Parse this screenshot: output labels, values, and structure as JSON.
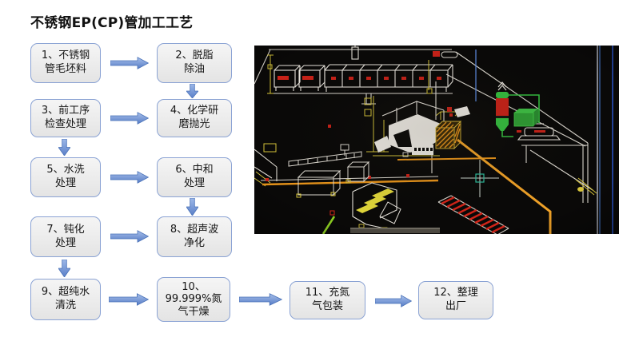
{
  "title": "不锈钢EP(CP)管加工工艺",
  "flow": {
    "boxes": [
      {
        "id": "1",
        "lines": [
          "1、不锈钢",
          "管毛坯料"
        ]
      },
      {
        "id": "2",
        "lines": [
          "2、脱脂",
          "除油"
        ]
      },
      {
        "id": "3",
        "lines": [
          "3、前工序",
          "检查处理"
        ]
      },
      {
        "id": "4",
        "lines": [
          "4、化学研",
          "磨抛光"
        ]
      },
      {
        "id": "5",
        "lines": [
          "5、水洗",
          "处理"
        ]
      },
      {
        "id": "6",
        "lines": [
          "6、中和",
          "处理"
        ]
      },
      {
        "id": "7",
        "lines": [
          "7、钝化",
          "处理"
        ]
      },
      {
        "id": "8",
        "lines": [
          "8、超声波",
          "净化"
        ]
      },
      {
        "id": "9",
        "lines": [
          "9、超纯水",
          "清洗"
        ]
      },
      {
        "id": "10",
        "lines": [
          "10、",
          "99.999%氮",
          "气干燥"
        ]
      },
      {
        "id": "11",
        "lines": [
          "11、充氮",
          "气包装"
        ]
      },
      {
        "id": "12",
        "lines": [
          "12、整理",
          "出厂"
        ]
      }
    ],
    "connections": [
      "1→2",
      "2↓4",
      "3→4",
      "3↓5",
      "5→6",
      "6↓8",
      "7→8",
      "7↓9",
      "9→10",
      "10→11",
      "11→12"
    ]
  },
  "palette": {
    "box_fill": "#ececec",
    "box_border": "#8ba3d4",
    "arrow_fill_top": "#9db8e8",
    "arrow_fill_bottom": "#5a7fc8",
    "arrow_outline": "#4a72b8",
    "title_color": "#111111",
    "cad_background": "#0a0908",
    "cad_white": "#ddd9d0",
    "cad_yellow": "#d6c43a",
    "cad_orange": "#e8941a",
    "cad_red": "#c92218",
    "cad_green": "#35c040",
    "cad_blue": "#4a7fd8",
    "cad_crosshair": "#2fbf9f"
  }
}
